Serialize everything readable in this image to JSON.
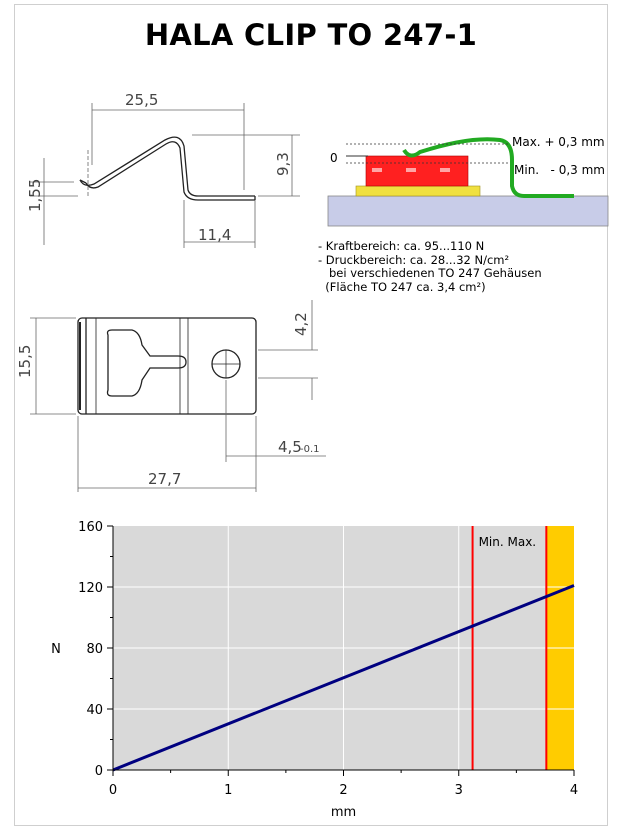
{
  "header": {
    "title": "HALA CLIP TO 247-1"
  },
  "drawing": {
    "dim_width_top": "25,5",
    "dim_height_left": "1,55",
    "dim_height_right": "9,3",
    "dim_foot": "11,4",
    "dim_plate_height": "15,5",
    "dim_hole_offset": "4,2",
    "dim_hole_dia": "4,5",
    "dim_hole_tol": "-0.1",
    "dim_plate_width": "27,7"
  },
  "tolerance_diagram": {
    "zero_label": "0",
    "max_label": "Max. + 0,3 mm",
    "min_label": "Min.   - 0,3 mm"
  },
  "notes": [
    "- Kraftbereich: ca. 95...110 N",
    "- Druckbereich: ca. 28...32 N/cm²",
    "   bei verschiedenen TO 247 Gehäusen",
    "  (Fläche TO 247 ca. 3,4 cm²)"
  ],
  "colors": {
    "plot_bg": "#d9d9d9",
    "line": "#000080",
    "marker_lines": "#ff0000",
    "max_zone": "#ffcc00",
    "housing": "#ff2020",
    "clip": "#22aa22",
    "base": "#c8cce8",
    "pad": "#f0e040"
  },
  "chart_data": {
    "type": "line",
    "xlabel": "mm",
    "ylabel": "N",
    "xlim": [
      0,
      4
    ],
    "ylim": [
      0,
      160
    ],
    "xticks": [
      "0",
      "1",
      "2",
      "3",
      "4"
    ],
    "yticks": [
      "0",
      "40",
      "80",
      "120",
      "160"
    ],
    "series": [
      {
        "x": [
          0,
          4
        ],
        "y": [
          0,
          121
        ]
      }
    ],
    "markers": {
      "min_x": 3.12,
      "max_x": 3.76,
      "label": "Min. Max."
    },
    "shaded_range": [
      3.76,
      4.0
    ],
    "grid": true
  }
}
